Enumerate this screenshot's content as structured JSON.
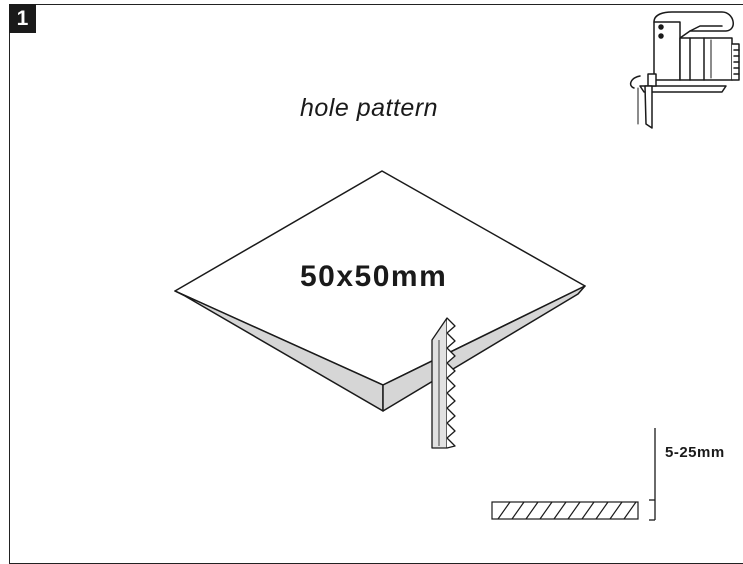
{
  "step": {
    "number": "1"
  },
  "caption": {
    "text": "hole pattern"
  },
  "panel": {
    "dimension": "50x50mm"
  },
  "thickness": {
    "range": "5-25mm"
  },
  "icons": {
    "tool": "jigsaw-icon",
    "blade": "saw-blade-icon",
    "section": "workpiece-cross-section-icon"
  },
  "colors": {
    "line": "#1a1a1a",
    "edge_fill": "#d6d6d6",
    "background": "#ffffff"
  }
}
